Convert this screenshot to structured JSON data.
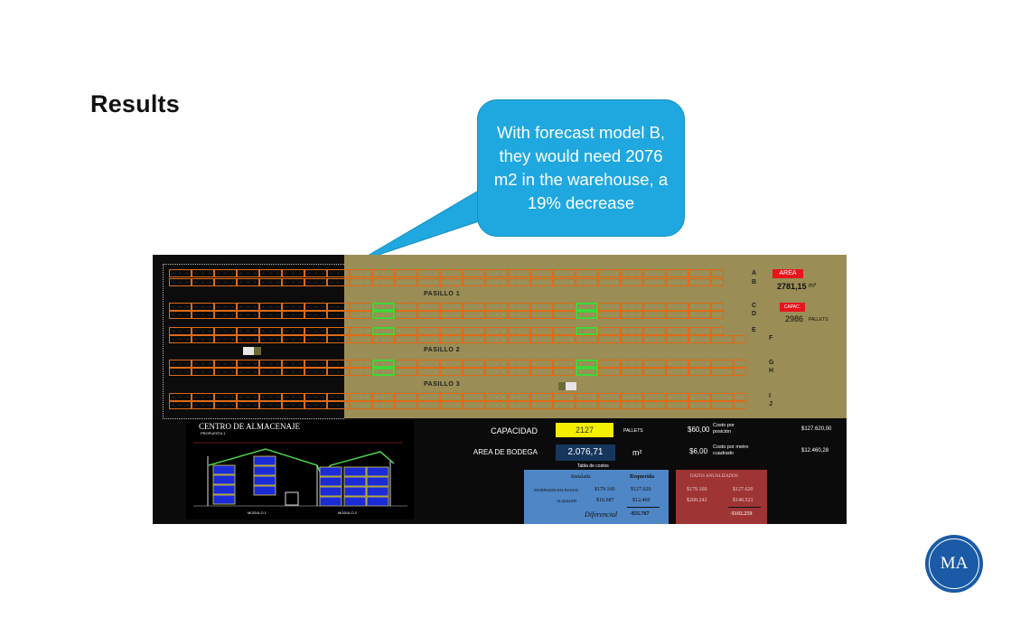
{
  "slide": {
    "title": "Results",
    "callout_text": "With forecast model B, they would need 2076 m2 in the warehouse, a 19% decrease",
    "logo_text": "MA"
  },
  "plan": {
    "rows": [
      "A",
      "B",
      "C",
      "D",
      "E",
      "F",
      "G",
      "H",
      "I",
      "J"
    ],
    "aisles": [
      "PASILLO 1",
      "PASILLO 2",
      "PASILLO 3"
    ],
    "area_badge": "AREA",
    "area_value": "2781,15",
    "area_unit": "m²",
    "capacity_badge": "CAPAC.",
    "capacity_value": "2986",
    "capacity_unit": "PALLETS",
    "colors": {
      "rack_border": "#e06a16",
      "highlight": "#3fd63a",
      "olive_zone": "#9a8d55",
      "badge": "#e8141c"
    }
  },
  "blueprint": {
    "title": "CENTRO DE ALMACENAJE",
    "subtitle": "PROPUESTA 1",
    "module_1": "MODULO 1",
    "module_2": "MODULO 2"
  },
  "summary": {
    "capacity_label": "CAPACIDAD",
    "capacity_value": "2127",
    "capacity_unit": "PALLETS",
    "area_label": "AREA DE BODEGA",
    "area_value": "2.076,71",
    "area_unit": "m²",
    "cost_position_value": "$60,00",
    "cost_position_desc": "Costo por posición",
    "cost_position_total": "$127.620,00",
    "cost_m2_value": "$6,00",
    "cost_m2_desc": "Costo por metro cuadrado",
    "cost_m2_total": "$12.460,28"
  },
  "cost_table": {
    "title": "Tabla de costos",
    "headers": [
      "Instalada",
      "Requerida"
    ],
    "rows": [
      {
        "label": "INVERSION EN RACKS",
        "installed": "$179.160",
        "required": "$127.620"
      },
      {
        "label": "ALQUILER",
        "installed": "$16.687",
        "required": "$12.460"
      }
    ],
    "difference_label": "Diferencial",
    "difference_value": "-$55.767"
  },
  "annualized_table": {
    "title": "DATOS ANUALIZADOS",
    "rows": [
      {
        "installed": "$179.160",
        "required": "$127.620"
      },
      {
        "installed": "$200.242",
        "required": "$140.523"
      }
    ],
    "difference_value": "-$102.259"
  }
}
